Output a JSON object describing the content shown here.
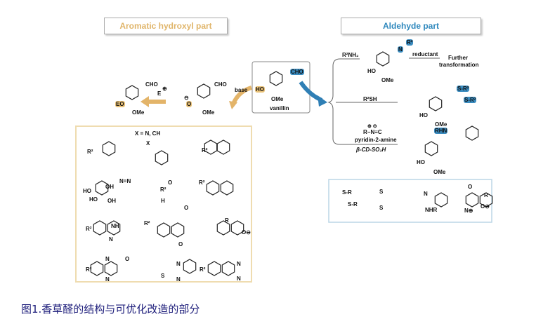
{
  "headers": {
    "left": "Aromatic hydroxyl part",
    "right": "Aldehyde part",
    "left_color": "#e0b56a",
    "right_color": "#2f88bd"
  },
  "labels": {
    "eo_cho": "CHO",
    "eo_e": "E",
    "eo_plus": "⊕",
    "eo_eo": "EO",
    "eo_ome": "OMe",
    "ph_cho": "CHO",
    "ph_o": "O",
    "ph_minus": "⊖",
    "ph_ome": "OMe",
    "base": "base",
    "v_cho": "CHO",
    "v_ho": "HO",
    "v_ome": "OMe",
    "vanillin": "vanillin",
    "r2nh2": "R²NH₂",
    "im_n": "N",
    "im_r2": "R²",
    "im_ho": "HO",
    "im_ome": "OMe",
    "reductant": "reductant",
    "further1": "Further",
    "further2": "transformation",
    "r2sh": "R²SH",
    "ds_s1": "S-R²",
    "ds_s2": "S-R²",
    "ds_ho": "HO",
    "ds_ome": "OMe",
    "iso": "R−N≡C",
    "iso_charges": "⊕ ⊖",
    "pyr": "pyridin-2-amine",
    "cd": "β-CD-SO₃H",
    "ip_rhn": "RHN",
    "ip_ho": "HO",
    "ip_ome": "OMe",
    "rb_sr1": "S-R",
    "rb_sr2": "S-R",
    "rb_s1": "S",
    "rb_s2": "S",
    "rb_n": "N",
    "rb_nhr": "NHR",
    "rb_o": "O",
    "rb_r": "R",
    "rb_ominus": "O⊖",
    "rb_nplus": "N⊕",
    "lb": [
      "R²",
      "X = N, CH",
      "X",
      "R²",
      "OH",
      "HO",
      "HO",
      "OH",
      "N=N",
      "R²",
      "H",
      "O",
      "R²",
      "O",
      "R²",
      "NH",
      "N",
      "R²",
      "O",
      "R",
      "O⊖",
      "R²",
      "N",
      "N",
      "O",
      "S",
      "N",
      "N",
      "R²",
      "N",
      "N"
    ]
  },
  "caption": "图1.香草醛的结构与可优化改造的部分"
}
